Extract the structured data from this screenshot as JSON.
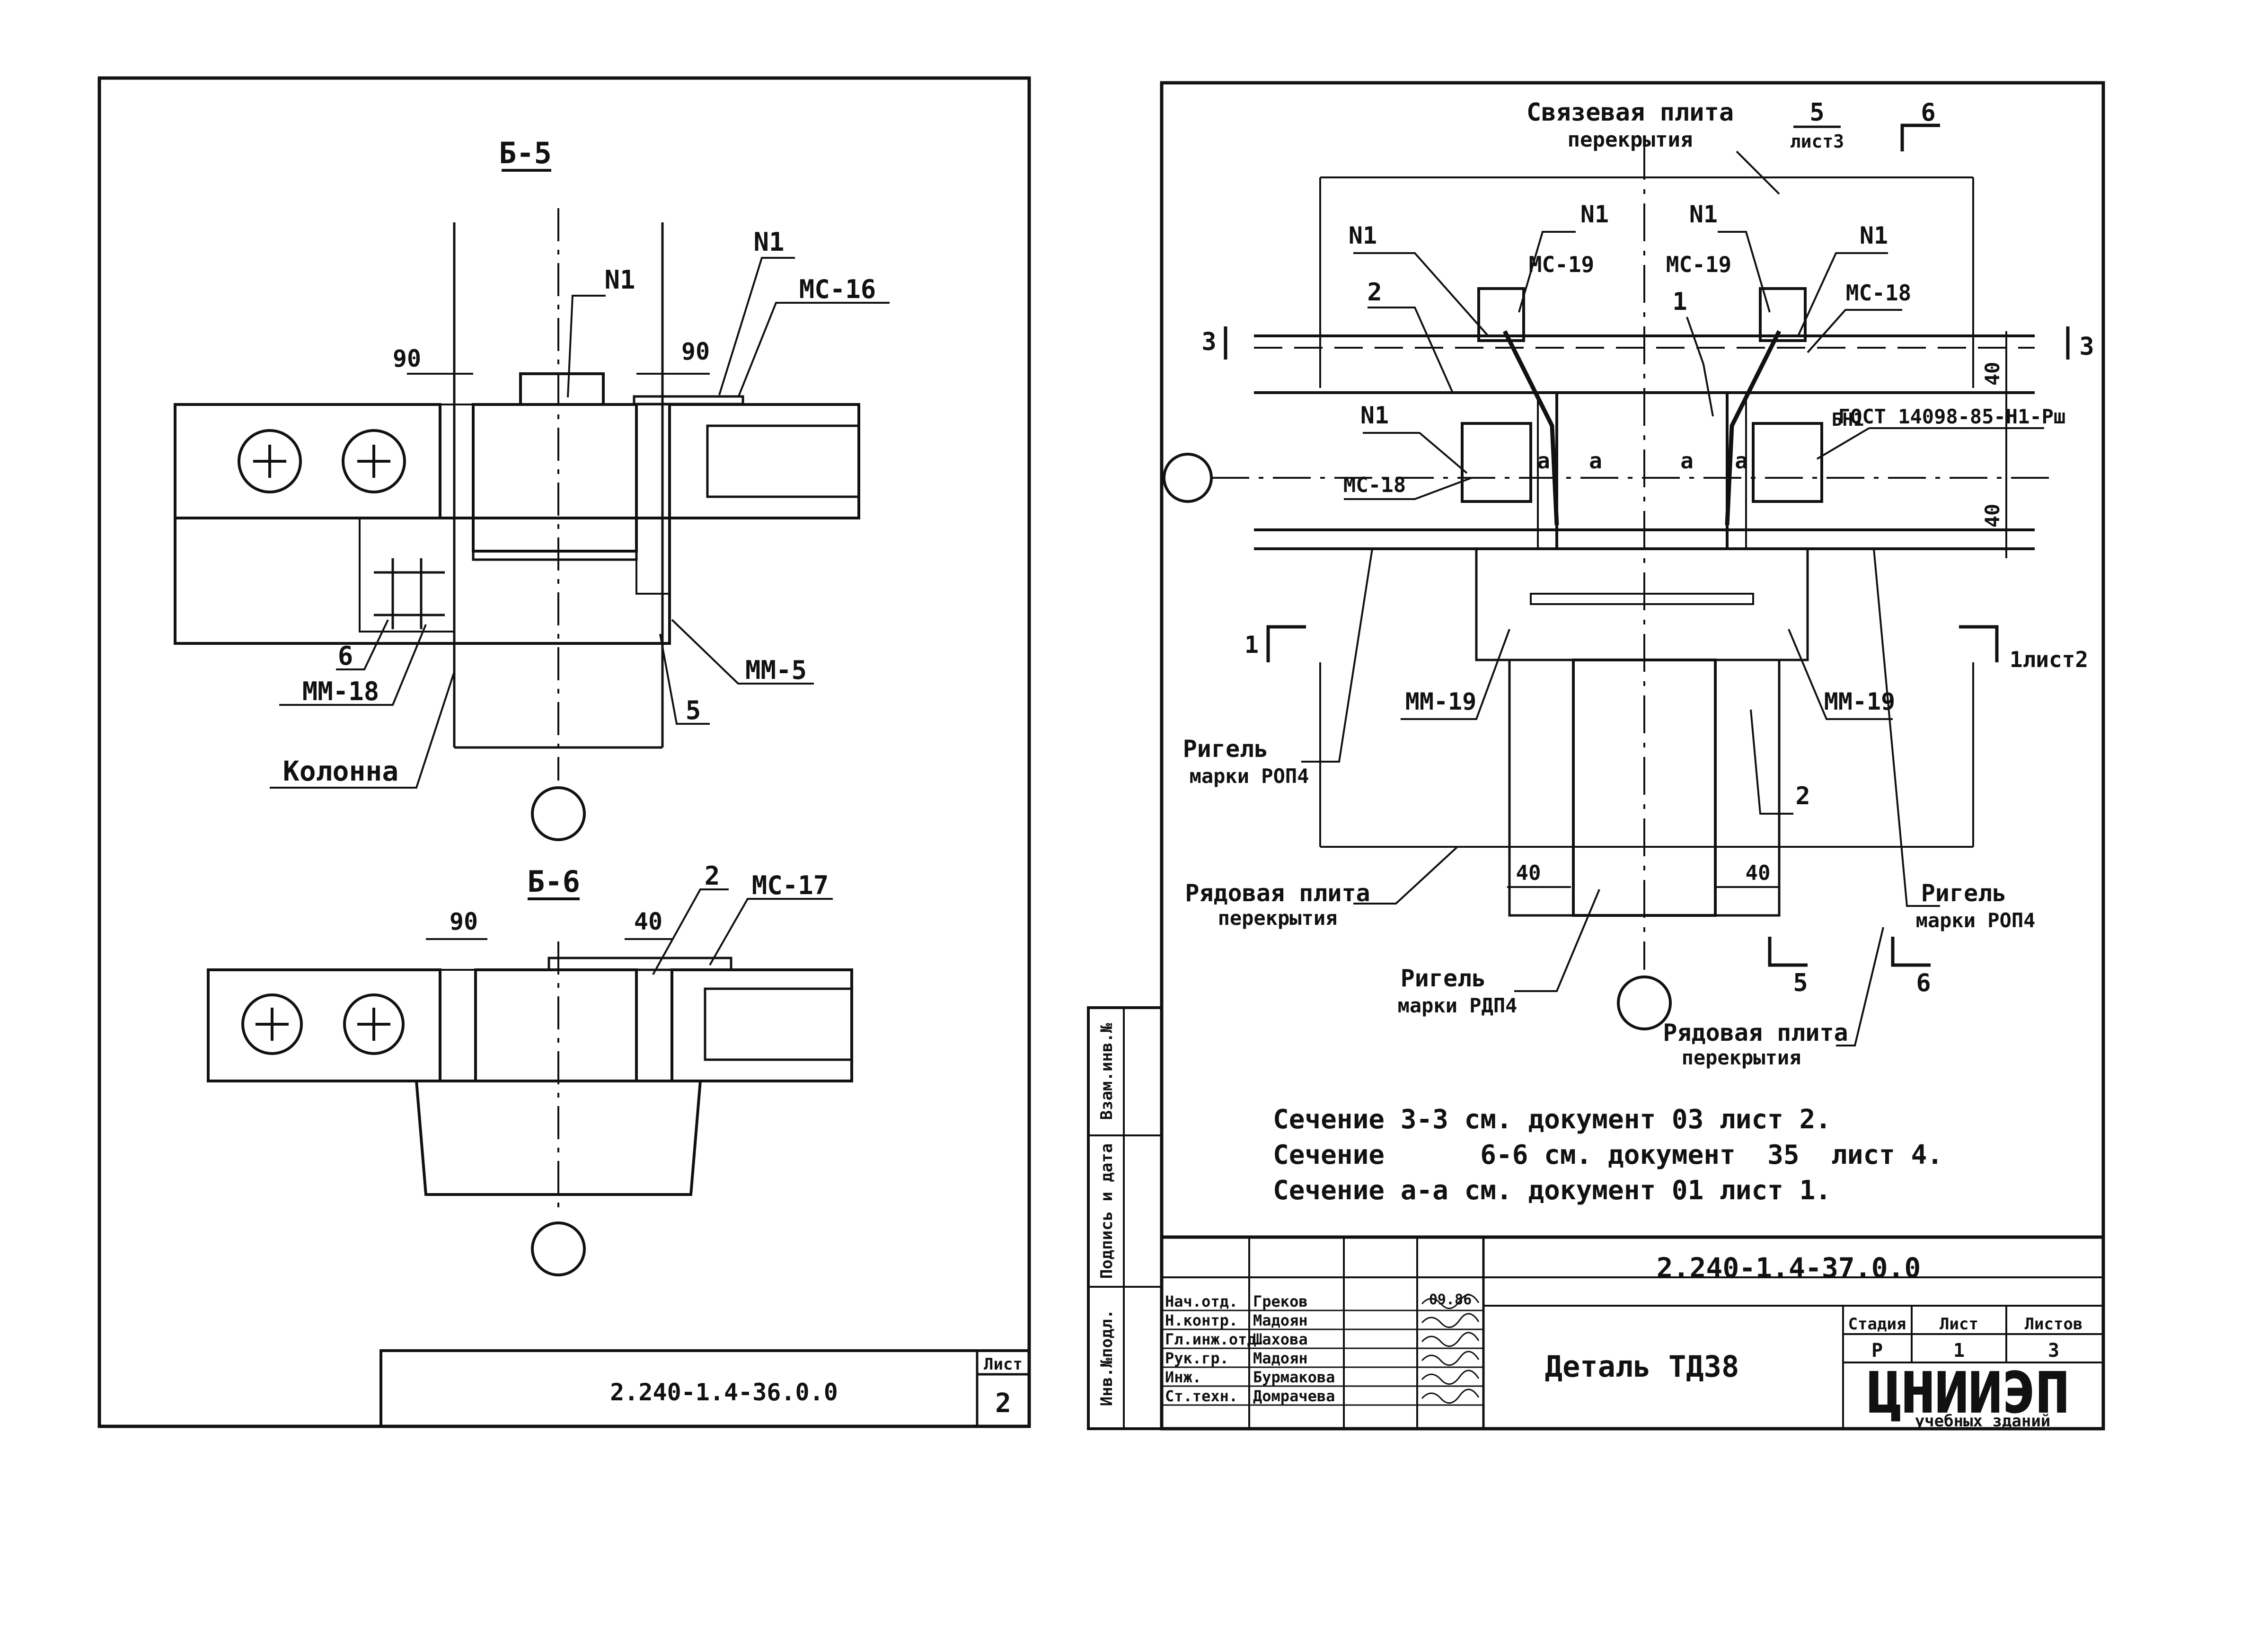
{
  "left_sheet": {
    "section_b5": {
      "title": "Б-5",
      "labels": {
        "n1_top": "N1",
        "n1_right": "N1",
        "mc16": "МС-16",
        "dim90_left": "90",
        "dim90_right": "90",
        "label_6": "6",
        "mm18": "ММ-18",
        "mm5": "ММ-5",
        "label_5": "5",
        "column": "Колонна"
      }
    },
    "section_b6": {
      "title": "Б-6",
      "labels": {
        "dim90": "90",
        "dim40": "40",
        "label_2": "2",
        "mc17": "МС-17"
      }
    },
    "stamp": {
      "doc_number": "2.240-1.4-36.0.0",
      "sheet_label": "Лист",
      "sheet_value": "2"
    }
  },
  "right_sheet": {
    "labels": {
      "tie_slab_1": "Связевая плита",
      "tie_slab_2": "перекрытия",
      "sec5_num": "5",
      "sec5_sheet": "лист3",
      "sec6_top": "6",
      "n1_a": "N1",
      "n1_b": "N1",
      "n1_c": "N1",
      "n1_d": "N1",
      "n1_e": "N1",
      "mc19_a": "МС-19",
      "mc19_b": "МС-19",
      "mc18_top": "МС-18",
      "mc18_left": "МС-18",
      "num_2_top": "2",
      "num_1": "1",
      "cut3_left": "3",
      "cut3_right": "3",
      "dim40_right_top": "40",
      "dim40_right_mid": "40",
      "gost": "ГОСТ 14098-85-Н1-Рш",
      "bn_mark": "БН1",
      "a1": "а",
      "a2": "а",
      "a3": "а",
      "a4": "а",
      "cut1_left": "1",
      "cut1_right": "1лист2",
      "mm19_left": "ММ-19",
      "mm19_right": "ММ-19",
      "rigel_left_1": "Ригель",
      "rigel_left_2": "марки РОП4",
      "num_2_bottom": "2",
      "row_slab_left_1": "Рядовая плита",
      "row_slab_left_2": "перекрытия",
      "dim40_left": "40",
      "dim40_center": "40",
      "rigel_right_1": "Ригель",
      "rigel_right_2": "марки РОП4",
      "rigel_bottom_1": "Ригель",
      "rigel_bottom_2": "марки РДП4",
      "sec5_bottom": "5",
      "sec6_bottom": "6",
      "row_slab_right_1": "Рядовая плита",
      "row_slab_right_2": "перекрытия"
    },
    "notes": [
      "Сечение 3-3 см. документ 03 лист 2.",
      "Сечение      6-6 см. документ  35  лист 4.",
      "Сечение а-а см. документ 01 лист 1."
    ],
    "side_stamp": [
      "Взам.инв.№",
      "Подпись и дата",
      "Инв.№подл."
    ],
    "title_block": {
      "doc_number": "2.240-1.4-37.0.0",
      "title": "Деталь ТД38",
      "stage_label": "Стадия",
      "sheet_label": "Лист",
      "sheets_label": "Листов",
      "stage_value": "Р",
      "sheet_value": "1",
      "sheets_value": "3",
      "org": "ЦНИИЭП",
      "org_sub": "учебных зданий",
      "date": "09.86",
      "staff": [
        {
          "role": "Нач.отд.",
          "name": "Греков"
        },
        {
          "role": "Н.контр.",
          "name": "Мадоян"
        },
        {
          "role": "Гл.инж.отд.",
          "name": "Шахова"
        },
        {
          "role": "Рук.гр.",
          "name": "Мадоян"
        },
        {
          "role": "Инж.",
          "name": "Бурмакова"
        },
        {
          "role": "Ст.техн.",
          "name": "Домрачева"
        }
      ]
    }
  }
}
